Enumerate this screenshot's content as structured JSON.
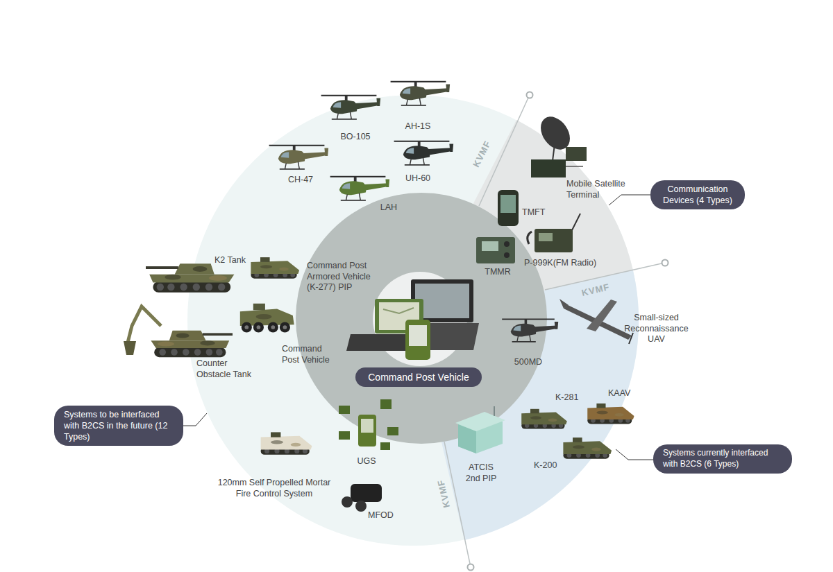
{
  "diagram": {
    "nodes": [
      {
        "text": [
          "Command Post Vehicle"
        ]
      },
      {
        "text": [
          "Communication Devices (4 Types)"
        ]
      },
      {
        "text": [
          "Systems to be interfaced with B2CS in the future (12 Types)"
        ]
      },
      {
        "text": [
          "Systems currently interfaced with B2CS (6 Types)"
        ]
      }
    ],
    "labels": [
      "BO-105",
      "AH-1S",
      "CH-47",
      "UH-60",
      "LAH",
      "KVMF",
      "Mobile Satellite Terminal",
      "TMFT",
      "P-999K(FM Radio)",
      "TMMR",
      "K2 Tank",
      "Command Post Armored Vehicle (K-277) PIP",
      "Counter Obstacle Tank",
      "Command Post Vehicle",
      "Small-sized Reconnaissance UAV",
      "500MD",
      "K-281",
      "KAAV",
      "K-200",
      "UGS",
      "ATCIS 2nd PIP",
      "120mm Self Propelled Mortar Fire Control System",
      "MFOD",
      "KVMF",
      "KVMF"
    ]
  }
}
